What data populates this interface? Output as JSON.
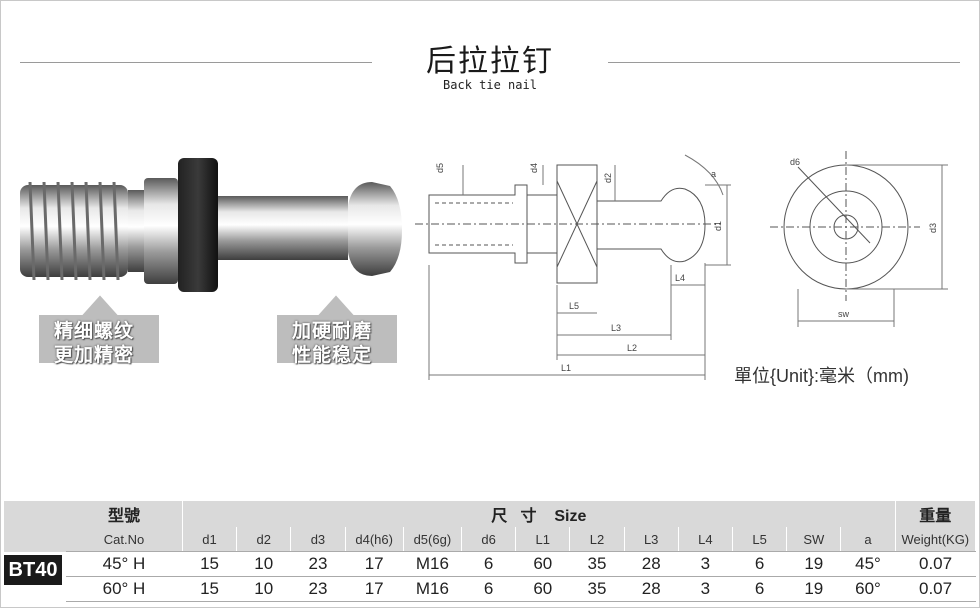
{
  "header": {
    "title": "后拉拉钉",
    "subtitle": "Back tie nail"
  },
  "callouts": {
    "left": {
      "line1": "精细螺纹",
      "line2": "更加精密"
    },
    "right": {
      "line1": "加硬耐磨",
      "line2": "性能稳定"
    }
  },
  "drawing": {
    "labels": {
      "d5": "d5",
      "d4": "d4",
      "d2": "d2",
      "a": "a",
      "d1": "d1",
      "L4": "L4",
      "L5": "L5",
      "L3": "L3",
      "L2": "L2",
      "L1": "L1",
      "d6": "d6",
      "d3": "d3",
      "sw": "sw"
    }
  },
  "unit_note": "單位{Unit}:毫米（mm)",
  "table": {
    "group_headers": {
      "model": "型號",
      "size": "尺   寸    Size",
      "weight": "重量"
    },
    "columns": [
      "Cat.No",
      "d1",
      "d2",
      "d3",
      "d4(h6)",
      "d5(6g)",
      "d6",
      "L1",
      "L2",
      "L3",
      "L4",
      "L5",
      "SW",
      "a",
      "Weight(KG)"
    ],
    "model_tag": "BT40",
    "rows": [
      [
        "45° H",
        "15",
        "10",
        "23",
        "17",
        "M16",
        "6",
        "60",
        "35",
        "28",
        "3",
        "6",
        "19",
        "45°",
        "0.07"
      ],
      [
        "60° H",
        "15",
        "10",
        "23",
        "17",
        "M16",
        "6",
        "60",
        "35",
        "28",
        "3",
        "6",
        "19",
        "60°",
        "0.07"
      ]
    ]
  }
}
